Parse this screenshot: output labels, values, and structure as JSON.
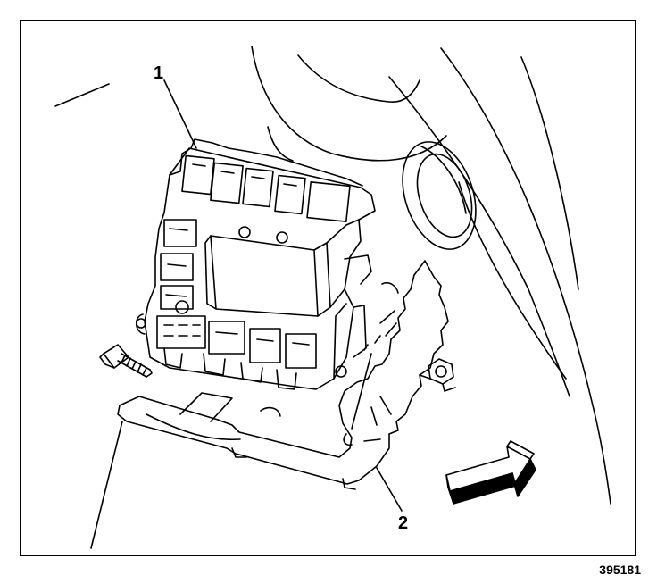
{
  "figure": {
    "callouts": {
      "c1": "1",
      "c2": "2"
    },
    "figure_number": "395181",
    "icons": [
      "fuse-block",
      "mounting-bracket",
      "bolt",
      "nut",
      "direction-arrow"
    ],
    "colors": {
      "line": "#000000",
      "background": "#ffffff"
    }
  }
}
